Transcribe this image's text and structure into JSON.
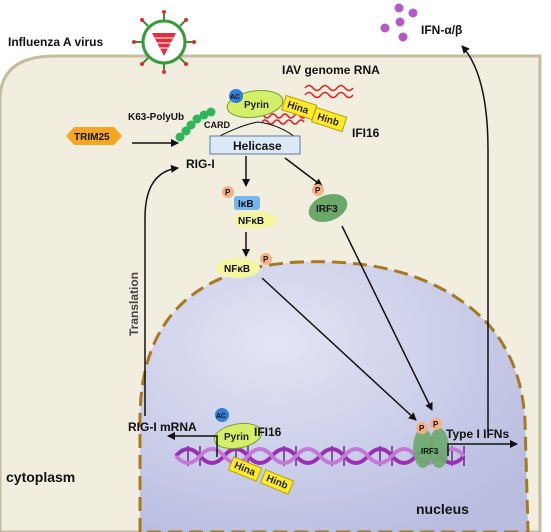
{
  "labels": {
    "virus": "Influenza A virus",
    "ifn_out": "IFN-α/β",
    "iav_rna": "IAV genome RNA",
    "k63": "K63-PolyUb",
    "card": "CARD",
    "trim25": "TRIM25",
    "rig_i": "RIG-I",
    "helicase": "Helicase",
    "ifi16_top": "IFI16",
    "ikb": "IκB",
    "nfkb_a": "NFκB",
    "nfkb_b": "NFκB",
    "irf3_cyto": "IRF3",
    "translation": "Translation",
    "rig_i_mrna": "RIG-I mRNA",
    "ifi16_bottom": "IFI16",
    "irf3_nuc": "IRF3",
    "type_i_ifns": "Type I IFNs",
    "cytoplasm": "cytoplasm",
    "nucleus": "nucleus"
  },
  "badges": {
    "ac": "AC",
    "p": "P",
    "pyrin": "Pyrin",
    "hina": "Hina",
    "hinb": "Hinb"
  },
  "colors": {
    "cell_fill": "#f2eedf",
    "cell_border": "#c4bca0",
    "nucleus_fill": "#c4c8e4",
    "nucleus_border": "#a87820",
    "trim25": "#f5a623",
    "helicase": "#dde9f6",
    "ac_badge": "#2f7fd6",
    "p_badge": "#f4b183",
    "pyrin": "#d4f06a",
    "hina_hinb": "#ffea2b",
    "irf3": "#6aa86a",
    "ikb": "#73b7f0",
    "nfkb": "#f2f7a0",
    "rna": "#e02020",
    "dna": "#9a2fb5",
    "ifn_dots": "#b559c8",
    "ub": "#2fb55a"
  }
}
